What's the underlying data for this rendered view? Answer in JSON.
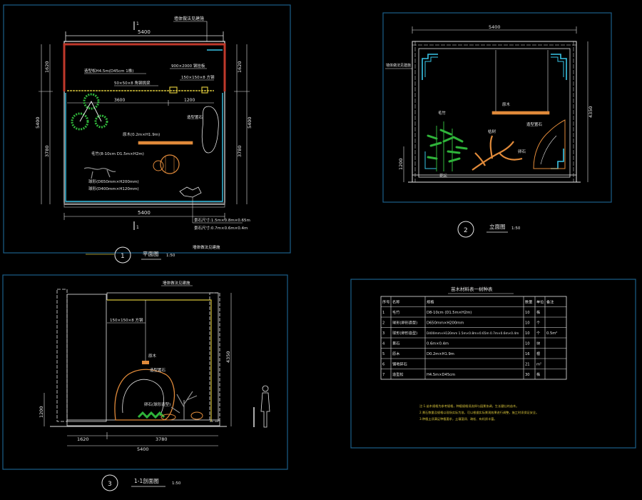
{
  "plan": {
    "title": "平面图",
    "number": "1",
    "scale": "1:50",
    "section_mark": "1",
    "dim_top": "5400",
    "dim_bottom": "5400",
    "dim_left_upper": "1620",
    "dim_left_lower": "3780",
    "dim_left_total": "5400",
    "dim_right_upper": "1620",
    "dim_right_lower": "3780",
    "dim_right_total": "5400",
    "dim_mid_a": "3600",
    "dim_mid_b": "1200",
    "label_wall": "墙体做法见建施",
    "label_pine": "造型松H4.5m(D45cm 1株)",
    "label_rail": "50×50×8 角钢挑梁",
    "label_beam": "900×2000 钢挂板",
    "label_ceiling": "150×150×8 方钢",
    "label_stone": "造型置石",
    "label_plank": "原木(0.2m×H1.9m)",
    "label_bamboo": "毛竹(8-10cm D1.5m×H2m)",
    "label_ball": "球形(D650mm×H200mm)",
    "label_ball2": "球形(D400mm×H120mm)",
    "label_rock1": "景石尺寸:1.5m×0.8m×0.65m",
    "label_rock2": "景石尺寸:0.7m×0.6m×0.4m",
    "label_note": "墙体做法见建施"
  },
  "elevation": {
    "title": "立面图",
    "number": "2",
    "scale": "1:50",
    "dim_top": "5400",
    "dim_right": "4350",
    "dim_left": "1200",
    "label_wall": "墙体做法见建施",
    "label_bamboo": "毛竹",
    "label_plank": "原木",
    "label_log": "枯树",
    "label_rock": "造型置石",
    "label_pebble": "卵石",
    "label_base": "花坛"
  },
  "section": {
    "title": "1-1剖面图",
    "number": "3",
    "scale": "1:50",
    "dim_right": "4350",
    "dim_left": "1200",
    "dim_bottom_a": "1620",
    "dim_bottom_b": "3780",
    "dim_bottom_total": "5400",
    "label_wall": "墙体做法见建施",
    "label_ceiling": "150×150×8 方钢",
    "label_plank": "原木",
    "label_stone": "造型置石",
    "label_pebble": "卵石(球形造型)"
  },
  "table": {
    "title": "苗木材料表一树种表",
    "headers": [
      "序号",
      "名称",
      "规格",
      "数量",
      "单位",
      "备注"
    ],
    "rows": [
      [
        "1",
        "毛竹",
        "D8-10cm (D1.5m×H2m)",
        "10",
        "株",
        ""
      ],
      [
        "2",
        "球形(卵形造型)",
        "D650mm×H200mm",
        "10",
        "个",
        ""
      ],
      [
        "3",
        "球形(卵形造型)",
        "D400mm×H120mm 1.5m×0.8m×0.65m 0.7m×0.6m×0.4m",
        "10",
        "个",
        "0.5m²"
      ],
      [
        "4",
        "景石",
        "0.6m×0.4m",
        "10",
        "块",
        ""
      ],
      [
        "5",
        "原木",
        "D0.2m×H1.9m",
        "16",
        "根",
        ""
      ],
      [
        "6",
        "铺地碎石",
        "",
        "21",
        "m²",
        ""
      ],
      [
        "7",
        "造型松",
        "H4.5m×D45cm",
        "30",
        "株",
        ""
      ]
    ],
    "note_lines": [
      "注:1.苗木规格为参考规格，种植规格须选择与园景协调，生长健壮的苗木。",
      "2.景石数量及规格以现场实际为准，可以根据实际景观效果进行调整，施工时须保证安全。",
      "3.种植土须满足种植要求，土壤湿润、疏松、有机质丰富。"
    ]
  },
  "colors": {
    "frame": "#1b5f8a",
    "white": "#e6e6e6",
    "cyan": "#39c6e8",
    "red": "#c0392b",
    "orange": "#e08a3a",
    "yellow": "#d6c23a",
    "green": "#2fb43a",
    "gray": "#8f8f8f"
  }
}
